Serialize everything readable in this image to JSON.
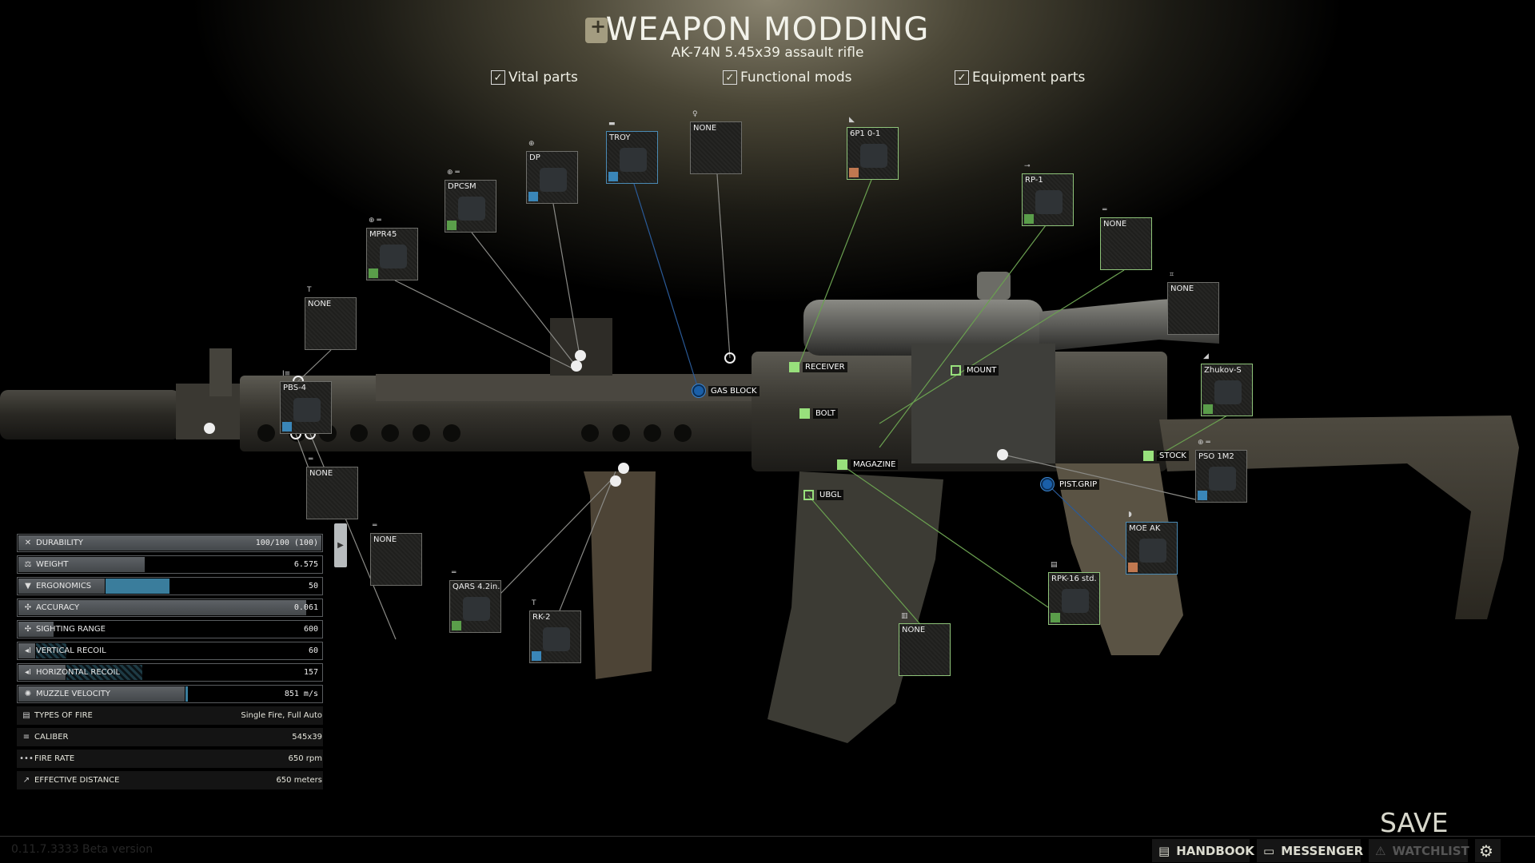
{
  "header": {
    "title": "WEAPON MODDING",
    "subtitle": "AK-74N 5.45x39 assault rifle",
    "icon": "weapon-modding-gear-icon"
  },
  "filters": [
    {
      "label": "Vital parts",
      "checked": true
    },
    {
      "label": "Functional mods",
      "checked": true
    },
    {
      "label": "Equipment parts",
      "checked": true
    }
  ],
  "check_mark": "✓",
  "slots": [
    {
      "name": "NONE",
      "icon": "T"
    },
    {
      "name": "MPR45",
      "icon": "⊕ ═",
      "badge_color": "#5a9e4a"
    },
    {
      "name": "DPCSM",
      "icon": "⊕ ═",
      "badge_color": "#5a9e4a"
    },
    {
      "name": "DP",
      "icon": "⊕",
      "badge_color": "#3a86b8"
    },
    {
      "name": "TROY",
      "icon": "▬",
      "badge_color": "#3a86b8"
    },
    {
      "name": "NONE",
      "icon": "♀"
    },
    {
      "name": "6P1 0-1",
      "icon": "◣",
      "badge_color": "#c07850"
    },
    {
      "name": "RP-1",
      "icon": "⊸",
      "badge_color": "#5a9e4a"
    },
    {
      "name": "NONE",
      "icon": "═"
    },
    {
      "name": "NONE",
      "icon": "⌗"
    },
    {
      "name": "Zhukov-S",
      "icon": "◢",
      "badge_color": "#5a9e4a"
    },
    {
      "name": "PSO 1M2",
      "icon": "⊕ ═",
      "badge_color": "#3a86b8"
    },
    {
      "name": "MOE AK",
      "icon": "◗",
      "badge_color": "#c07850"
    },
    {
      "name": "RPK-16 std.",
      "icon": "▤",
      "badge_color": "#5a9e4a"
    },
    {
      "name": "NONE",
      "icon": "▥"
    },
    {
      "name": "RK-2",
      "icon": "T",
      "badge_color": "#3a86b8"
    },
    {
      "name": "QARS 4.2in.",
      "icon": "═",
      "badge_color": "#5a9e4a"
    },
    {
      "name": "NONE",
      "icon": "═"
    },
    {
      "name": "NONE",
      "icon": "═"
    },
    {
      "name": "PBS-4",
      "icon": "I≡",
      "badge_color": "#3a86b8"
    }
  ],
  "labels": {
    "receiver": "RECEIVER",
    "gas_block": "GAS BLOCK",
    "mount": "MOUNT",
    "bolt": "BOLT",
    "magazine": "MAGAZINE",
    "ubgl": "UBGL",
    "pistol_grip": "PIST.GRIP",
    "stock": "STOCK"
  },
  "stats": [
    {
      "label": "DURABILITY",
      "value": "100/100 (100)",
      "icon": "✕",
      "fill": 1.0
    },
    {
      "label": "WEIGHT",
      "value": "6.575",
      "icon": "⚖",
      "fill": 0.42
    },
    {
      "label": "ERGONOMICS",
      "value": "50",
      "icon": "▼",
      "fill": 0.29,
      "ext_to": 0.5,
      "ext_color": "#3a7d9c"
    },
    {
      "label": "ACCURACY",
      "value": "0.061",
      "icon": "✣",
      "fill": 0.95
    },
    {
      "label": "SIGHTING RANGE",
      "value": "600",
      "icon": "✣",
      "fill": 0.12
    },
    {
      "label": "VERTICAL RECOIL",
      "value": "60",
      "icon": "◂I",
      "fill": 0.06,
      "ext_to": 0.16,
      "ext_color": "striped"
    },
    {
      "label": "HORIZONTAL RECOIL",
      "value": "157",
      "icon": "◂I",
      "fill": 0.16,
      "ext_to": 0.41,
      "ext_color": "striped"
    },
    {
      "label": "MUZZLE VELOCITY",
      "value": "851 m/s",
      "icon": "✺",
      "fill": 0.55,
      "ext_to": 0.56,
      "ext_color": "#3a7d9c"
    }
  ],
  "info": [
    {
      "label": "TYPES OF FIRE",
      "value": "Single Fire, Full Auto",
      "icon": "▤"
    },
    {
      "label": "CALIBER",
      "value": "545x39",
      "icon": "≡"
    },
    {
      "label": "FIRE RATE",
      "value": "650 rpm",
      "icon": "•••"
    },
    {
      "label": "EFFECTIVE DISTANCE",
      "value": "650 meters",
      "icon": "↗"
    }
  ],
  "collapse_icon": "▶",
  "save_label": "SAVE",
  "version": "0.11.7.3333 Beta version",
  "bottom": {
    "handbook": "HANDBOOK",
    "messenger": "MESSENGER",
    "watchlist": "WATCHLIST"
  },
  "bottom_icons": {
    "handbook": "▤",
    "messenger": "▭",
    "watchlist": "⚠",
    "settings": "⚙"
  }
}
